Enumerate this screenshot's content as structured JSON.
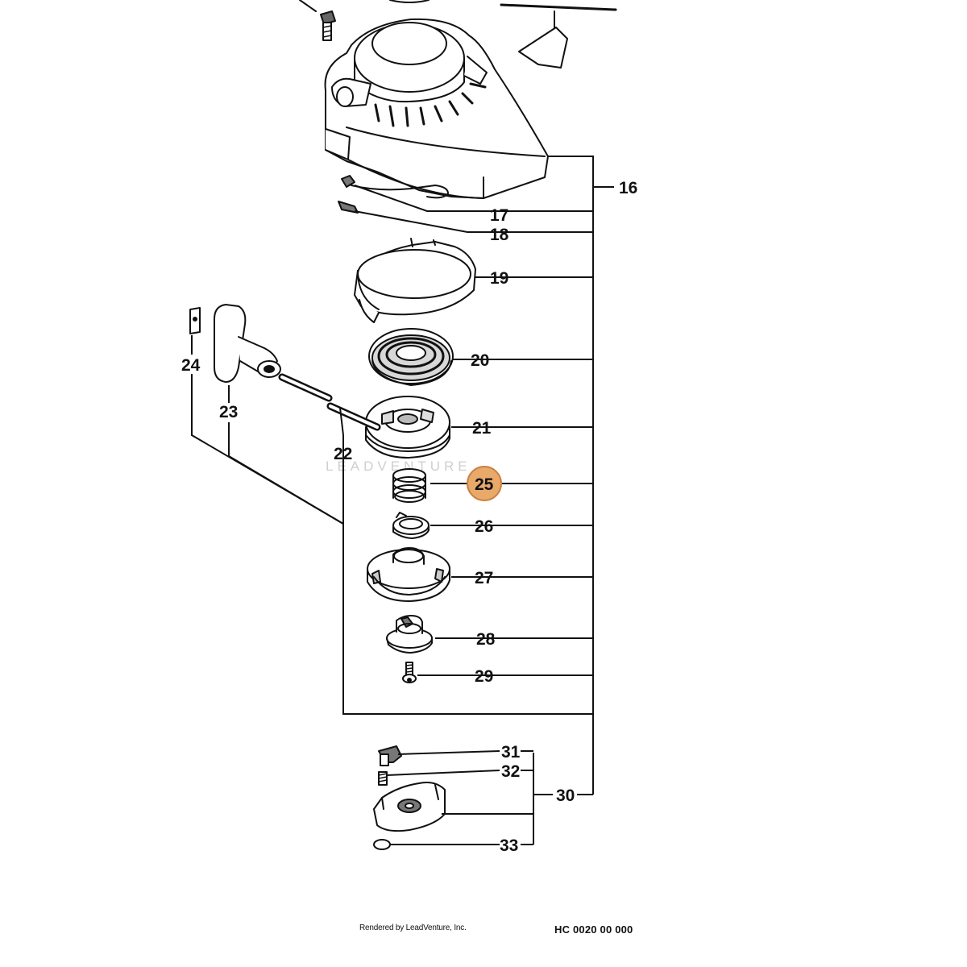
{
  "diagram": {
    "callouts": [
      {
        "id": "16",
        "label": "16"
      },
      {
        "id": "17",
        "label": "17"
      },
      {
        "id": "18",
        "label": "18"
      },
      {
        "id": "19",
        "label": "19"
      },
      {
        "id": "20",
        "label": "20"
      },
      {
        "id": "21",
        "label": "21"
      },
      {
        "id": "22",
        "label": "22"
      },
      {
        "id": "23",
        "label": "23"
      },
      {
        "id": "24",
        "label": "24"
      },
      {
        "id": "25",
        "label": "25",
        "highlighted": true
      },
      {
        "id": "26",
        "label": "26"
      },
      {
        "id": "27",
        "label": "27"
      },
      {
        "id": "28",
        "label": "28"
      },
      {
        "id": "29",
        "label": "29"
      },
      {
        "id": "30",
        "label": "30"
      },
      {
        "id": "31",
        "label": "31"
      },
      {
        "id": "32",
        "label": "32"
      },
      {
        "id": "33",
        "label": "33"
      }
    ],
    "watermark": "LEADVENTURE",
    "highlight_color": "#e8a96a",
    "highlight_stroke": "#c9803f",
    "line_color": "#111111"
  },
  "footer": {
    "credit": "Rendered by LeadVenture, Inc.",
    "drawing_code": "HC 0020 00 000"
  }
}
